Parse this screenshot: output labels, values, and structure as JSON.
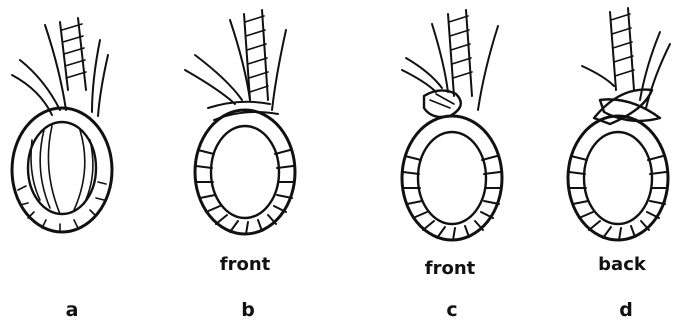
{
  "panels": [
    {
      "letter": "a",
      "view": ""
    },
    {
      "letter": "b",
      "view": "front"
    },
    {
      "letter": "c",
      "view": "front"
    },
    {
      "letter": "d",
      "view": "back"
    }
  ],
  "colors": {
    "ink": "#111111",
    "paper": "#ffffff"
  }
}
